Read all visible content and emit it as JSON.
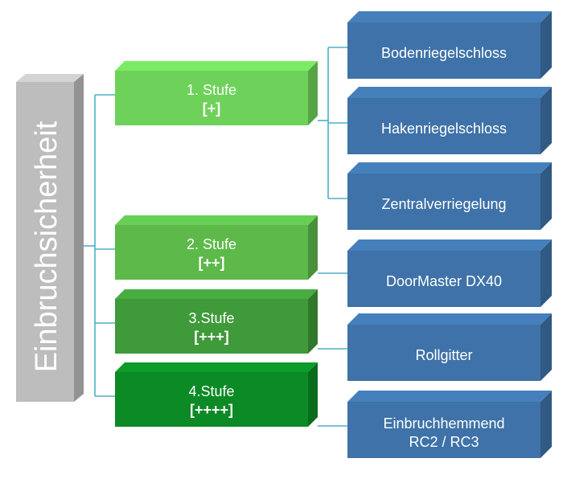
{
  "root": {
    "label": "Einbruchsicherheit",
    "color": "#bdbdbd"
  },
  "stages": [
    {
      "line1": "1. Stufe",
      "line2": "[+]",
      "color": "#6ed25a"
    },
    {
      "line1": "2. Stufe",
      "line2": "[++]",
      "color": "#5cb94a"
    },
    {
      "line1": "3.Stufe",
      "line2": "[+++]",
      "color": "#3f9a3a"
    },
    {
      "line1": "4.Stufe",
      "line2": "[++++]",
      "color": "#0c8a25"
    }
  ],
  "items": [
    {
      "lines": [
        "Bodenriegelschloss"
      ]
    },
    {
      "lines": [
        "Hakenriegelschloss"
      ]
    },
    {
      "lines": [
        "Zentralverriegelung"
      ]
    },
    {
      "lines": [
        "DoorMaster DX40"
      ]
    },
    {
      "lines": [
        "Rollgitter"
      ]
    },
    {
      "lines": [
        "Einbruchhemmend",
        "RC2 / RC3"
      ]
    }
  ],
  "item_color": "#3e72a8",
  "connector_color": "#4bb0c6"
}
